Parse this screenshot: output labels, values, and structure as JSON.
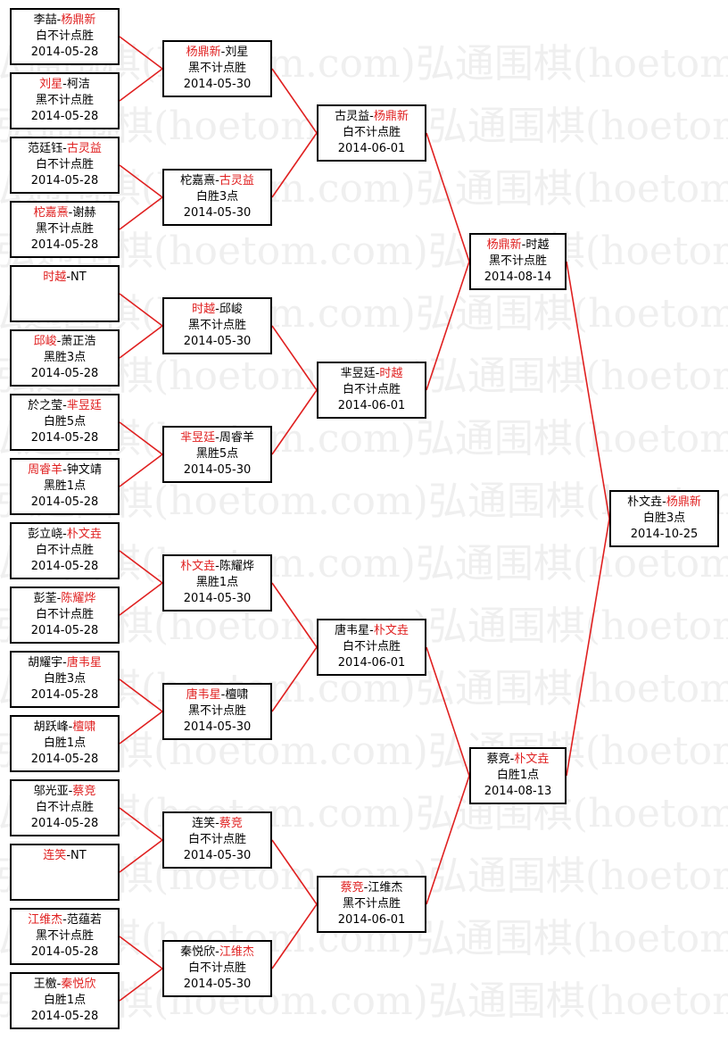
{
  "watermark": {
    "text": "弘通围棋(hoetom.com)",
    "lines": [
      "弘通围棋(hoetom.com)弘通围棋(hoetom.com)弘通围",
      "弘通围棋(hoetom.com)弘通围棋(hoetom.com)弘通围",
      "弘通围棋(hoetom.com)弘通围棋(hoetom.com)弘通围",
      "弘通围棋(hoetom.com)弘通围棋(hoetom.com)弘通围",
      "弘通围棋(hoetom.com)弘通围棋(hoetom.com)弘通围",
      "弘通围棋(hoetom.com)弘通围棋(hoetom.com)弘通围",
      "弘通围棋(hoetom.com)弘通围棋(hoetom.com)弘通围",
      "弘通围棋(hoetom.com)弘通围棋(hoetom.com)弘通围",
      "弘通围棋(hoetom.com)弘通围棋(hoetom.com)弘通围",
      "弘通围棋(hoetom.com)弘通围棋(hoetom.com)弘通围",
      "弘通围棋(hoetom.com)弘通围棋(hoetom.com)弘通围",
      "弘通围棋(hoetom.com)弘通围棋(hoetom.com)弘通围",
      "弘通围棋(hoetom.com)弘通围棋(hoetom.com)弘通围",
      "弘通围棋(hoetom.com)弘通围棋(hoetom.com)弘通围",
      "弘通围棋(hoetom.com)弘通围棋(hoetom.com)弘通围",
      "弘通围棋(hoetom.com)弘通围棋(hoetom.com)弘通围"
    ]
  },
  "colors": {
    "winner": "#e02020",
    "line": "#e02020",
    "border": "#000000",
    "text": "#000000"
  },
  "rounds": [
    {
      "matches": [
        {
          "black": "李喆",
          "white": "杨鼎新",
          "winner": "white",
          "result": "白不计点胜",
          "date": "2014-05-28"
        },
        {
          "black": "刘星",
          "white": "柯洁",
          "winner": "black",
          "result": "黑不计点胜",
          "date": "2014-05-28"
        },
        {
          "black": "范廷钰",
          "white": "古灵益",
          "winner": "white",
          "result": "白不计点胜",
          "date": "2014-05-28"
        },
        {
          "black": "柁嘉熹",
          "white": "谢赫",
          "winner": "black",
          "result": "黑不计点胜",
          "date": "2014-05-28"
        },
        {
          "black": "时越",
          "white": "NT",
          "winner": "black",
          "result": "",
          "date": ""
        },
        {
          "black": "邱峻",
          "white": "萧正浩",
          "winner": "black",
          "result": "黑胜3点",
          "date": "2014-05-28"
        },
        {
          "black": "於之莹",
          "white": "芈昱廷",
          "winner": "white",
          "result": "白胜5点",
          "date": "2014-05-28"
        },
        {
          "black": "周睿羊",
          "white": "钟文靖",
          "winner": "black",
          "result": "黑胜1点",
          "date": "2014-05-28"
        },
        {
          "black": "彭立峣",
          "white": "朴文垚",
          "winner": "white",
          "result": "白不计点胜",
          "date": "2014-05-28"
        },
        {
          "black": "彭荃",
          "white": "陈耀烨",
          "winner": "white",
          "result": "白不计点胜",
          "date": "2014-05-28"
        },
        {
          "black": "胡耀宇",
          "white": "唐韦星",
          "winner": "white",
          "result": "白胜3点",
          "date": "2014-05-28"
        },
        {
          "black": "胡跃峰",
          "white": "檀啸",
          "winner": "white",
          "result": "白胜1点",
          "date": "2014-05-28"
        },
        {
          "black": "邬光亚",
          "white": "蔡竞",
          "winner": "white",
          "result": "白不计点胜",
          "date": "2014-05-28"
        },
        {
          "black": "连笑",
          "white": "NT",
          "winner": "black",
          "result": "",
          "date": ""
        },
        {
          "black": "江维杰",
          "white": "范蕴若",
          "winner": "black",
          "result": "黑不计点胜",
          "date": "2014-05-28"
        },
        {
          "black": "王檄",
          "white": "秦悦欣",
          "winner": "white",
          "result": "白胜1点",
          "date": "2014-05-28"
        }
      ]
    },
    {
      "matches": [
        {
          "black": "杨鼎新",
          "white": "刘星",
          "winner": "black",
          "result": "黑不计点胜",
          "date": "2014-05-30"
        },
        {
          "black": "柁嘉熹",
          "white": "古灵益",
          "winner": "white",
          "result": "白胜3点",
          "date": "2014-05-30"
        },
        {
          "black": "时越",
          "white": "邱峻",
          "winner": "black",
          "result": "黑不计点胜",
          "date": "2014-05-30"
        },
        {
          "black": "芈昱廷",
          "white": "周睿羊",
          "winner": "black",
          "result": "黑胜5点",
          "date": "2014-05-30"
        },
        {
          "black": "朴文垚",
          "white": "陈耀烨",
          "winner": "black",
          "result": "黑胜1点",
          "date": "2014-05-30"
        },
        {
          "black": "唐韦星",
          "white": "檀啸",
          "winner": "black",
          "result": "黑不计点胜",
          "date": "2014-05-30"
        },
        {
          "black": "连笑",
          "white": "蔡竞",
          "winner": "white",
          "result": "白不计点胜",
          "date": "2014-05-30"
        },
        {
          "black": "秦悦欣",
          "white": "江维杰",
          "winner": "white",
          "result": "白不计点胜",
          "date": "2014-05-30"
        }
      ]
    },
    {
      "matches": [
        {
          "black": "古灵益",
          "white": "杨鼎新",
          "winner": "white",
          "result": "白不计点胜",
          "date": "2014-06-01"
        },
        {
          "black": "芈昱廷",
          "white": "时越",
          "winner": "white",
          "result": "白不计点胜",
          "date": "2014-06-01"
        },
        {
          "black": "唐韦星",
          "white": "朴文垚",
          "winner": "white",
          "result": "白不计点胜",
          "date": "2014-06-01"
        },
        {
          "black": "蔡竞",
          "white": "江维杰",
          "winner": "black",
          "result": "黑不计点胜",
          "date": "2014-06-01"
        }
      ]
    },
    {
      "matches": [
        {
          "black": "杨鼎新",
          "white": "时越",
          "winner": "black",
          "result": "黑不计点胜",
          "date": "2014-08-14"
        },
        {
          "black": "蔡竞",
          "white": "朴文垚",
          "winner": "white",
          "result": "白胜1点",
          "date": "2014-08-13"
        }
      ]
    },
    {
      "matches": [
        {
          "black": "朴文垚",
          "white": "杨鼎新",
          "winner": "white",
          "result": "白胜3点",
          "date": "2014-10-25"
        }
      ]
    }
  ]
}
